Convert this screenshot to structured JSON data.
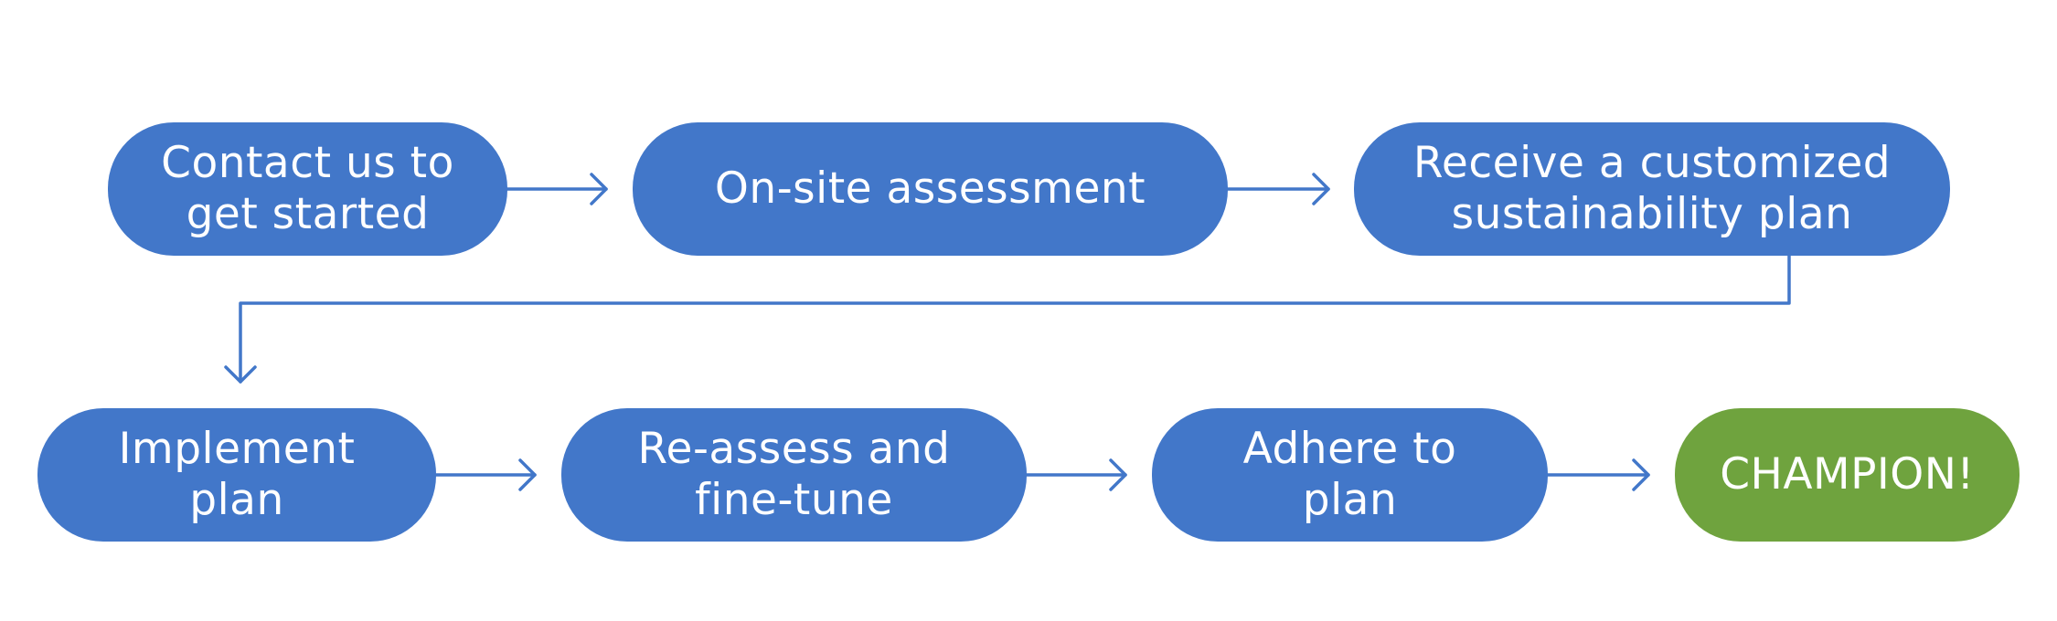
{
  "colors": {
    "step_fill": "#4277C9",
    "final_fill": "#6FA33E",
    "connector": "#4277C9",
    "text": "#FFFFFF",
    "background": "#FFFFFF"
  },
  "diagram": {
    "steps": [
      {
        "id": "contact",
        "label_line1": "Contact us to",
        "label_line2": "get started"
      },
      {
        "id": "assessment",
        "label_line1": "On-site assessment",
        "label_line2": ""
      },
      {
        "id": "plan",
        "label_line1": "Receive a customized",
        "label_line2": "sustainability plan"
      },
      {
        "id": "implement",
        "label_line1": "Implement",
        "label_line2": "plan"
      },
      {
        "id": "reassess",
        "label_line1": "Re-assess and",
        "label_line2": "fine-tune"
      },
      {
        "id": "adhere",
        "label_line1": "Adhere to",
        "label_line2": "plan"
      },
      {
        "id": "champion",
        "label_line1": "CHAMPION!",
        "label_line2": ""
      }
    ],
    "edges": [
      {
        "from": "contact",
        "to": "assessment"
      },
      {
        "from": "assessment",
        "to": "plan"
      },
      {
        "from": "plan",
        "to": "implement"
      },
      {
        "from": "implement",
        "to": "reassess"
      },
      {
        "from": "reassess",
        "to": "adhere"
      },
      {
        "from": "adhere",
        "to": "champion"
      }
    ]
  }
}
